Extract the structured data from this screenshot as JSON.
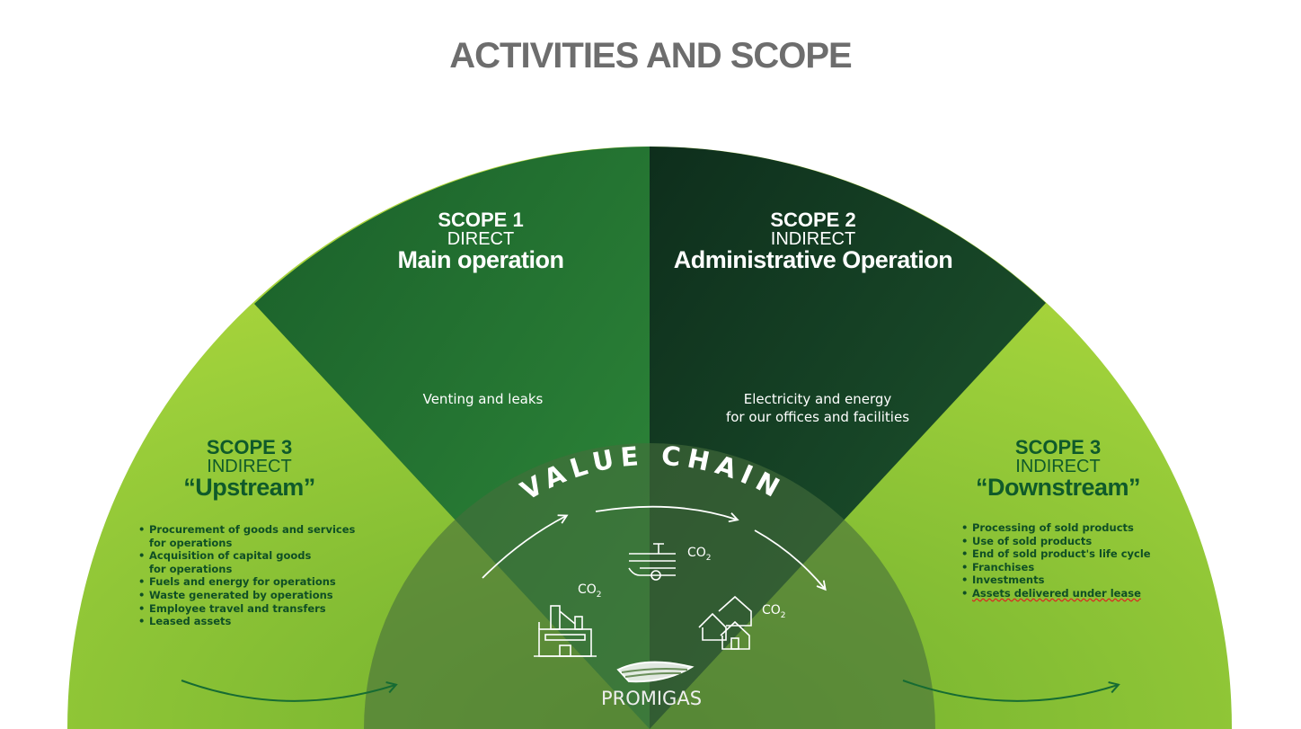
{
  "title": "ACTIVITIES AND SCOPE",
  "scope1": {
    "scope": "SCOPE 1",
    "type": "DIRECT",
    "name": "Main operation",
    "description": "Venting and leaks"
  },
  "scope2": {
    "scope": "SCOPE 2",
    "type": "INDIRECT",
    "name": "Administrative Operation",
    "description_lines": [
      "Electricity and energy",
      "for our offices and facilities"
    ]
  },
  "scope3_up": {
    "scope": "SCOPE 3",
    "type": "INDIRECT",
    "name": "“Upstream”",
    "items": [
      "Procurement of goods and services",
      "for operations",
      "Acquisition of capital goods",
      "for operations",
      "Fuels and energy for operations",
      "Waste generated by operations",
      "Employee travel and transfers",
      "Leased assets"
    ]
  },
  "scope3_down": {
    "scope": "SCOPE 3",
    "type": "INDIRECT",
    "name": "“Downstream”",
    "items": [
      "Processing of sold products",
      "Use of sold products",
      "End of sold product's life cycle",
      "Franchises",
      "Investments",
      "Assets delivered under lease"
    ]
  },
  "value_chain": {
    "label": "VALUE CHAIN",
    "co2": "CO",
    "co2_sub": "2",
    "logo": "PROMIGAS"
  },
  "colors": {
    "light_green": "#8cc63f",
    "dark_green": "#1e6a30",
    "darker_green": "#123d26",
    "title_gray": "#6d6d6d"
  }
}
